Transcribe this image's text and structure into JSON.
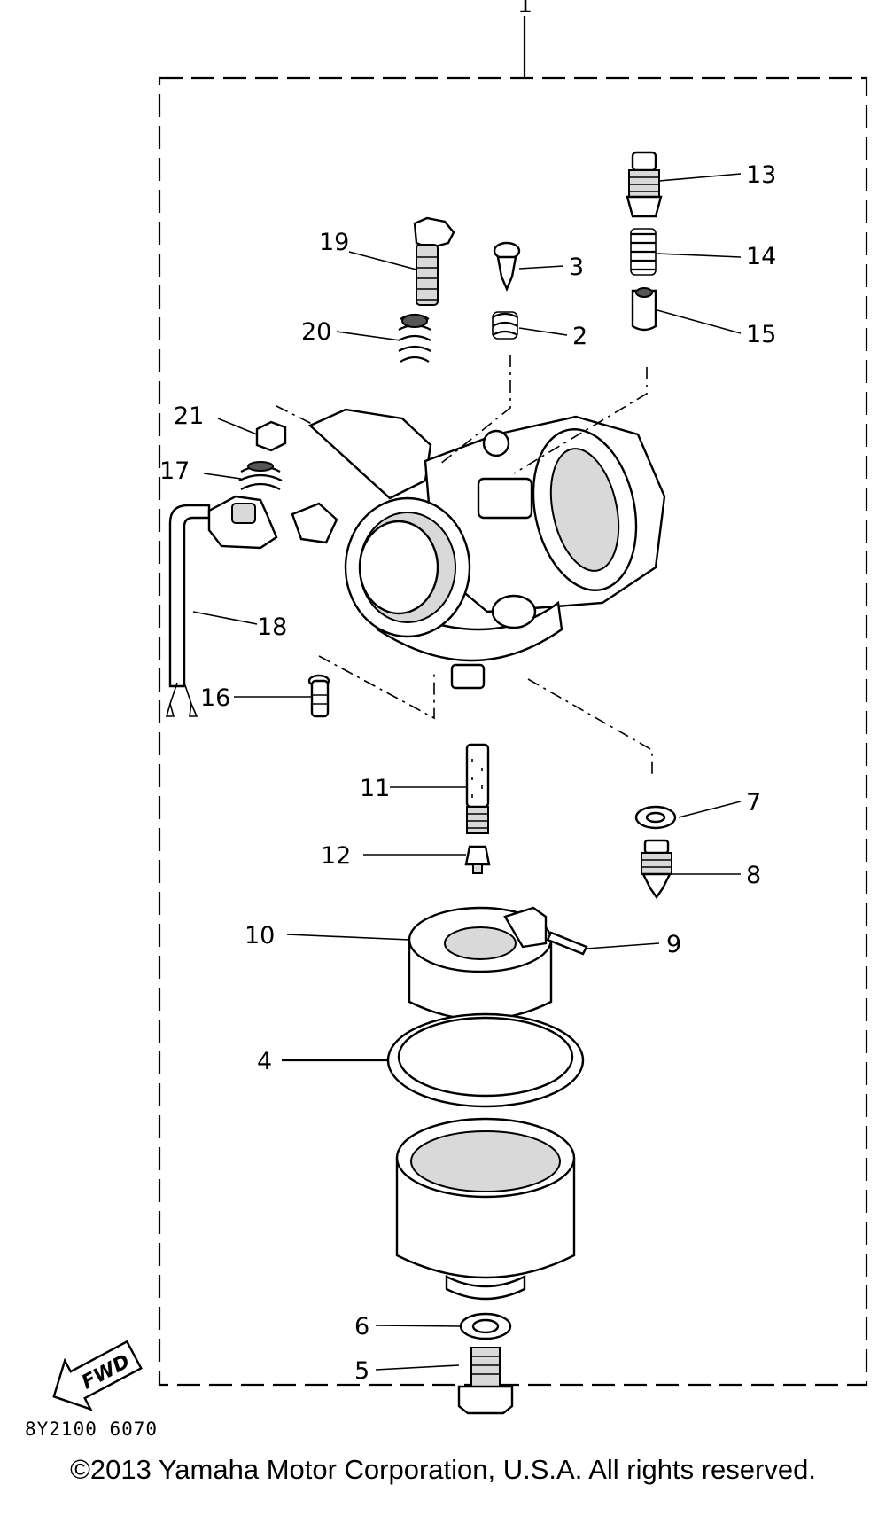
{
  "callouts": {
    "p1": "1",
    "p2": "2",
    "p3": "3",
    "p4": "4",
    "p5": "5",
    "p6": "6",
    "p7": "7",
    "p8": "8",
    "p9": "9",
    "p10": "10",
    "p11": "11",
    "p12": "12",
    "p13": "13",
    "p14": "14",
    "p15": "15",
    "p16": "16",
    "p17": "17",
    "p18": "18",
    "p19": "19",
    "p20": "20",
    "p21": "21"
  },
  "fwd_label": "FWD",
  "drawing_code": "8Y2100 6070",
  "copyright": "©2013 Yamaha Motor Corporation, U.S.A. All rights reserved."
}
